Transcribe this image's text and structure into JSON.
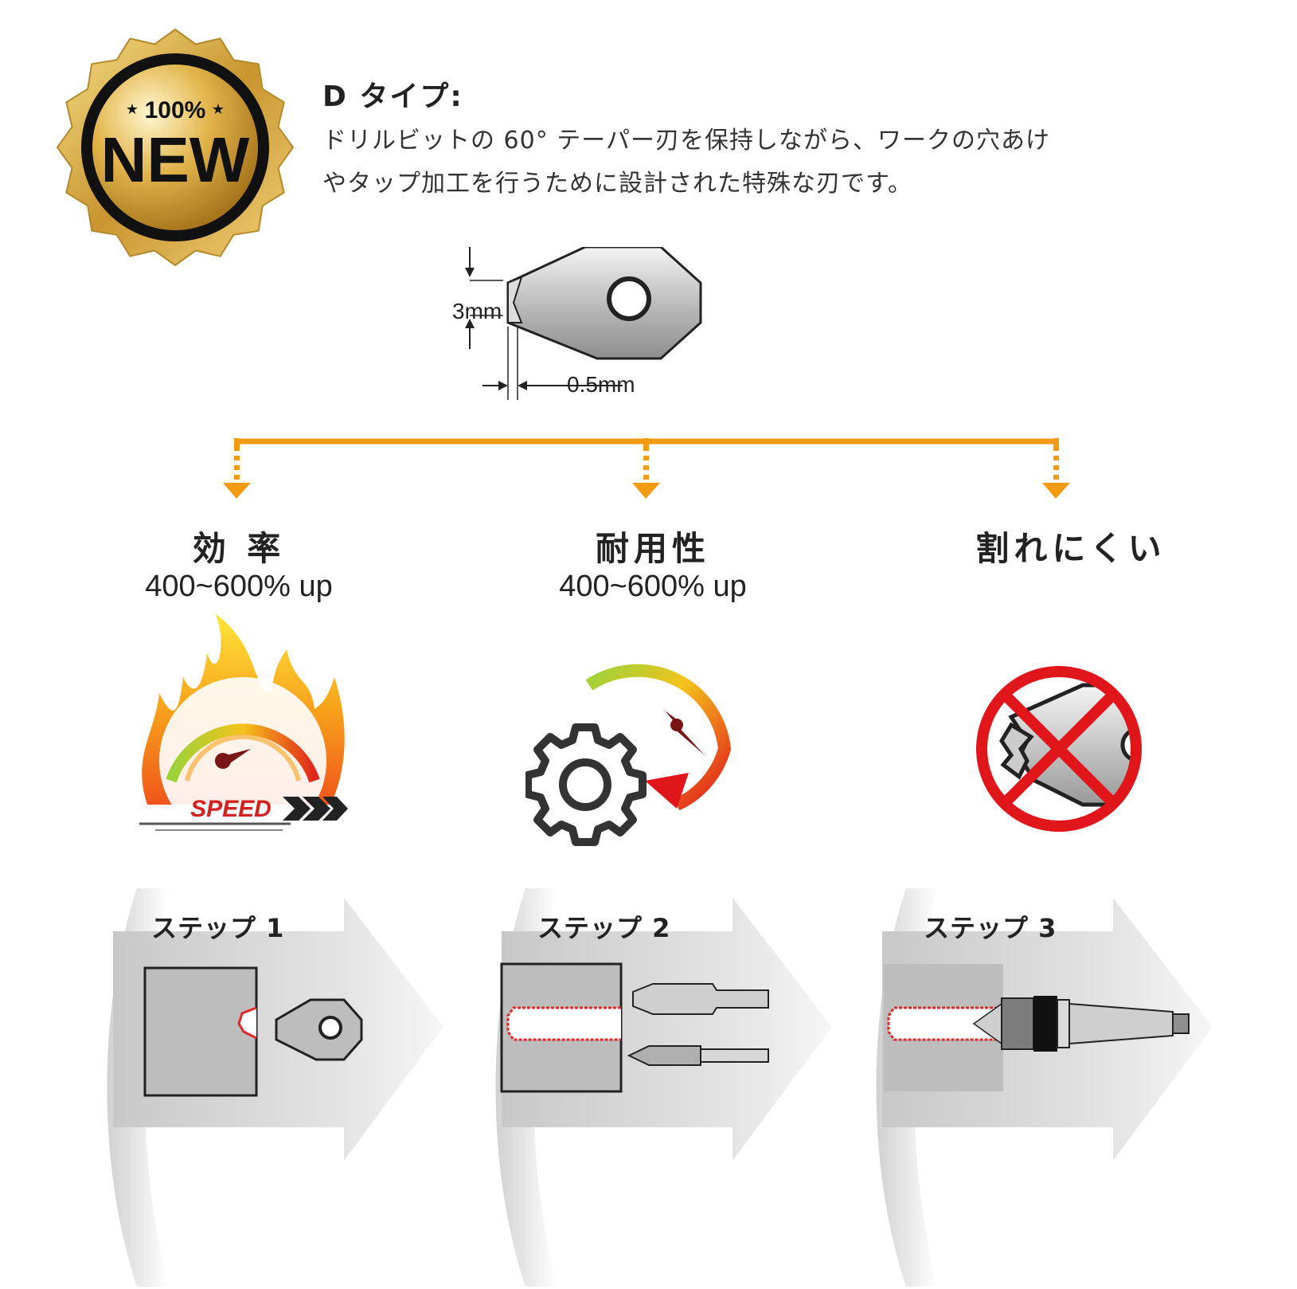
{
  "header": {
    "badge": {
      "top_text": "100%",
      "main_text": "NEW"
    },
    "title": "D タイプ:",
    "description_line1": "ドリルビットの 60° テーパー刃を保持しながら、ワークの穴あけ",
    "description_line2": "やタップ加工を行うために設計された特殊な刃です。"
  },
  "diagram": {
    "dim_height": "3mm",
    "dim_width": "0.5mm"
  },
  "features": [
    {
      "title": "効 率",
      "subtitle": "400~600% up",
      "icon": "speedometer-fire-icon",
      "badge_text": "SPEED"
    },
    {
      "title": "耐用性",
      "subtitle": "400~600% up",
      "icon": "gear-clock-icon"
    },
    {
      "title": "割れにくい",
      "subtitle": "",
      "icon": "no-crack-icon"
    }
  ],
  "steps": [
    {
      "label": "ステップ 1"
    },
    {
      "label": "ステップ 2"
    },
    {
      "label": "ステップ 3"
    }
  ],
  "colors": {
    "accent_orange": "#F29A12",
    "thread_red": "#E12828",
    "no_sign_red": "#E0161B",
    "gold": "#C9A13A"
  }
}
